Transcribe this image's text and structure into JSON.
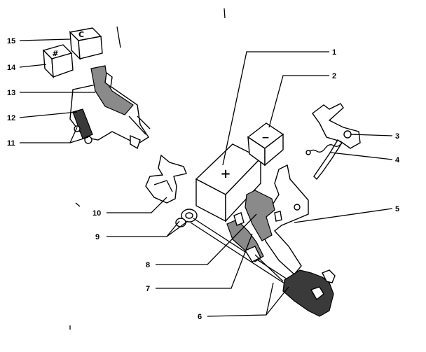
{
  "diagram": {
    "callouts": [
      {
        "id": "1",
        "label": "1"
      },
      {
        "id": "2",
        "label": "2"
      },
      {
        "id": "3",
        "label": "3"
      },
      {
        "id": "4",
        "label": "4"
      },
      {
        "id": "5",
        "label": "5"
      },
      {
        "id": "6",
        "label": "6"
      },
      {
        "id": "7",
        "label": "7"
      },
      {
        "id": "8",
        "label": "8"
      },
      {
        "id": "9",
        "label": "9"
      },
      {
        "id": "10",
        "label": "10"
      },
      {
        "id": "11",
        "label": "11"
      },
      {
        "id": "12",
        "label": "12"
      },
      {
        "id": "13",
        "label": "13"
      },
      {
        "id": "14",
        "label": "14"
      },
      {
        "id": "15",
        "label": "15"
      }
    ],
    "keytops": {
      "plus": "+",
      "minus": "−",
      "hash": "#",
      "c": "C"
    }
  }
}
